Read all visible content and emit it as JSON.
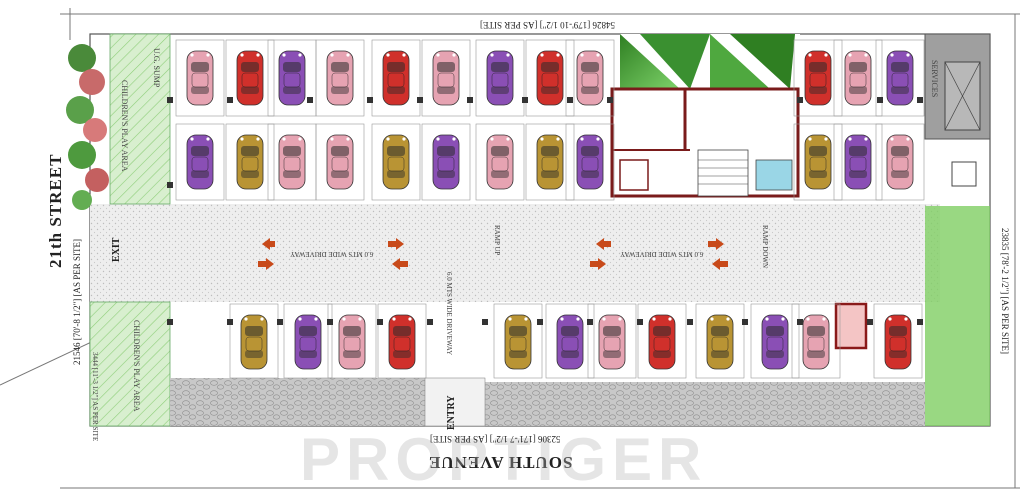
{
  "labels": {
    "street_left": "21th STREET",
    "street_bottom": "SOUTH AVENUE",
    "watermark": "PROPTIGER",
    "exit": "EXIT",
    "entry": "ENTRY",
    "services": "SERVICES",
    "ug_sump": "U.G. SUMP",
    "childrens_play_top": "CHILDREN'S PLAY AREA",
    "childrens_play_bottom": "CHILDREN'S PLAY AREA",
    "dim_top": "54826 [179'-10 1/2\"] [AS PER SITE]",
    "dim_bottom": "52306 [171'-7 1/2\"] [AS PER SITE]",
    "dim_left": "21546 [70'-8 1/2\"] [AS PER SITE]",
    "dim_right": "23835 [78'-2 1/2\"] [AS PER SITE]",
    "dim_bottom_left": "3444 [11'-3 1/2\"] AS PER SITE",
    "driveway_left": "6.0 MTS WIDE DRIVEWAY",
    "driveway_right": "6.0 MTS WIDE DRIVEWAY",
    "ramp_left": "RAMP UP",
    "ramp_right": "RAMP DOWN",
    "driveway_center": "6.0 MTS WIDE DRIVEWAY"
  },
  "colors": {
    "red": "#d0302b",
    "purple": "#8a4fb5",
    "pink": "#e6a3b2",
    "gold": "#b99434",
    "green_area": "#6cbf4f",
    "grey_area": "#a9a9a9",
    "road": "#e8e8e8"
  },
  "cars": {
    "top_row_upper": [
      "pink",
      "red",
      "purple",
      "pink",
      "red",
      "pink",
      "purple",
      "red",
      "pink",
      "red",
      "pink",
      "purple"
    ],
    "top_row_lower": [
      "purple",
      "gold",
      "pink",
      "pink",
      "gold",
      "purple",
      "pink",
      "gold",
      "purple",
      "gold",
      "purple",
      "pink"
    ],
    "bottom_left": [
      "gold",
      "purple",
      "pink",
      "red"
    ],
    "bottom_middle": [
      "gold",
      "purple",
      "pink",
      "red"
    ],
    "bottom_right": [
      "gold",
      "purple",
      "pink",
      "red"
    ]
  }
}
